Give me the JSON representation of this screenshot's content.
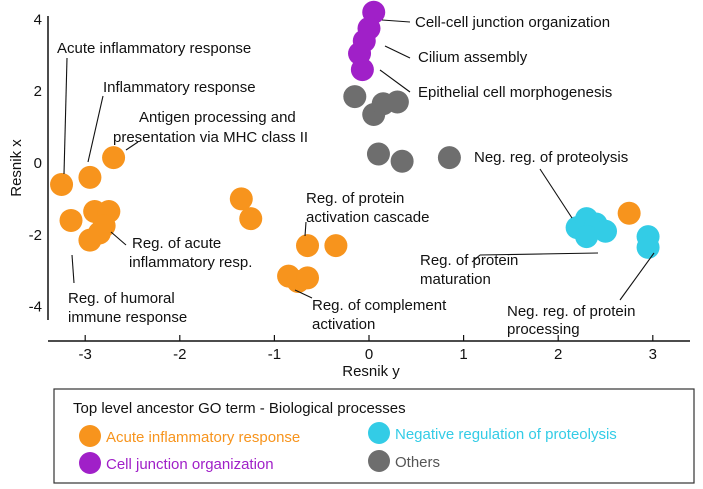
{
  "chart_data": {
    "type": "scatter",
    "xlabel": "Resnik y",
    "ylabel": "Resnik x",
    "xlim": [
      -3.35,
      3.35
    ],
    "ylim": [
      -4.1,
      4.3
    ],
    "xticks": [
      "-3",
      "-2",
      "-1",
      "0",
      "1",
      "2",
      "3"
    ],
    "yticks": [
      "4",
      "2",
      "0",
      "-2",
      "-4"
    ],
    "grid": false,
    "series": [
      {
        "name": "Acute inflammatory response",
        "color": "#F7941D",
        "points": [
          {
            "x": -3.25,
            "y": -0.6
          },
          {
            "x": -2.95,
            "y": -0.4
          },
          {
            "x": -2.7,
            "y": 0.15
          },
          {
            "x": -3.15,
            "y": -1.6
          },
          {
            "x": -2.9,
            "y": -1.35
          },
          {
            "x": -2.75,
            "y": -1.35
          },
          {
            "x": -2.95,
            "y": -2.15
          },
          {
            "x": -2.85,
            "y": -1.95
          },
          {
            "x": -2.8,
            "y": -1.75
          },
          {
            "x": -1.35,
            "y": -1.0
          },
          {
            "x": -1.25,
            "y": -1.55
          },
          {
            "x": -0.65,
            "y": -2.3
          },
          {
            "x": -0.35,
            "y": -2.3
          },
          {
            "x": -0.85,
            "y": -3.15
          },
          {
            "x": -0.75,
            "y": -3.3
          },
          {
            "x": -0.65,
            "y": -3.2
          },
          {
            "x": 2.75,
            "y": -1.4
          }
        ]
      },
      {
        "name": "Cell junction organization",
        "color": "#A020C8",
        "points": [
          {
            "x": 0.05,
            "y": 4.2
          },
          {
            "x": 0.0,
            "y": 3.75
          },
          {
            "x": -0.05,
            "y": 3.4
          },
          {
            "x": -0.1,
            "y": 3.05
          },
          {
            "x": -0.07,
            "y": 2.6
          }
        ]
      },
      {
        "name": "Negative regulation of proteolysis",
        "color": "#33CCE6",
        "points": [
          {
            "x": 2.2,
            "y": -1.8
          },
          {
            "x": 2.3,
            "y": -1.55
          },
          {
            "x": 2.4,
            "y": -1.7
          },
          {
            "x": 2.3,
            "y": -2.05
          },
          {
            "x": 2.5,
            "y": -1.9
          },
          {
            "x": 2.95,
            "y": -2.05
          },
          {
            "x": 2.95,
            "y": -2.35
          }
        ]
      },
      {
        "name": "Others",
        "color": "#6E6E6E",
        "points": [
          {
            "x": -0.15,
            "y": 1.85
          },
          {
            "x": 0.05,
            "y": 1.35
          },
          {
            "x": 0.15,
            "y": 1.65
          },
          {
            "x": 0.3,
            "y": 1.7
          },
          {
            "x": 0.1,
            "y": 0.25
          },
          {
            "x": 0.35,
            "y": 0.05
          },
          {
            "x": 0.85,
            "y": 0.15
          }
        ]
      }
    ],
    "annotations": [
      "Acute inflammatory response",
      "Inflammatory response",
      "Antigen processing and",
      "presentation via MHC class II",
      "Reg. of acute",
      "inflammatory resp.",
      "Reg. of humoral",
      "immune response",
      "Reg. of protein",
      "activation cascade",
      "Reg. of complement",
      "activation",
      "Cell-cell junction organization",
      "Cilium assembly",
      "Epithelial cell morphogenesis",
      "Neg. reg. of proteolysis",
      "Reg. of protein",
      "maturation",
      "Neg. reg. of protein",
      "processing"
    ],
    "legend": {
      "placement": "bottom",
      "title": "Top level ancestor GO term - Biological processes"
    }
  }
}
